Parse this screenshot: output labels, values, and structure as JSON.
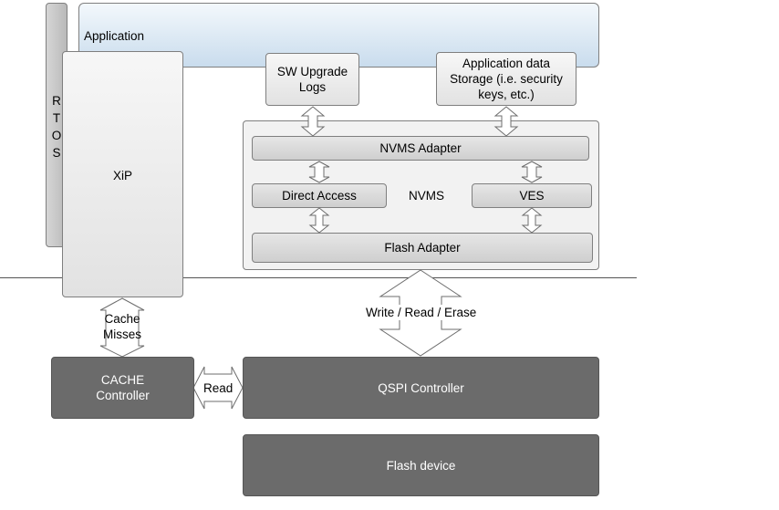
{
  "labels": {
    "application": "Application",
    "rtos_letters": [
      "R",
      "T",
      "O",
      "S"
    ],
    "xip": "XiP",
    "sw_upgrade_logs": [
      "SW Upgrade",
      "Logs"
    ],
    "application_data_storage": [
      "Application data",
      "Storage (i.e. security",
      "keys, etc.)"
    ],
    "nvms_adapter": "NVMS Adapter",
    "direct_access": "Direct Access",
    "nvms": "NVMS",
    "ves": "VES",
    "flash_adapter": "Flash Adapter",
    "write_read_erase": "Write / Read / Erase",
    "cache_misses": [
      "Cache",
      "Misses"
    ],
    "cache_controller": [
      "CACHE",
      "Controller"
    ],
    "read": "Read",
    "qspi_controller": "QSPI Controller",
    "flash_device": "Flash device"
  },
  "colors": {
    "application_fill": "#dbe8f4",
    "light_box": "#ececec",
    "dark_box": "#6b6b6b",
    "border": "#7f7f7f"
  }
}
